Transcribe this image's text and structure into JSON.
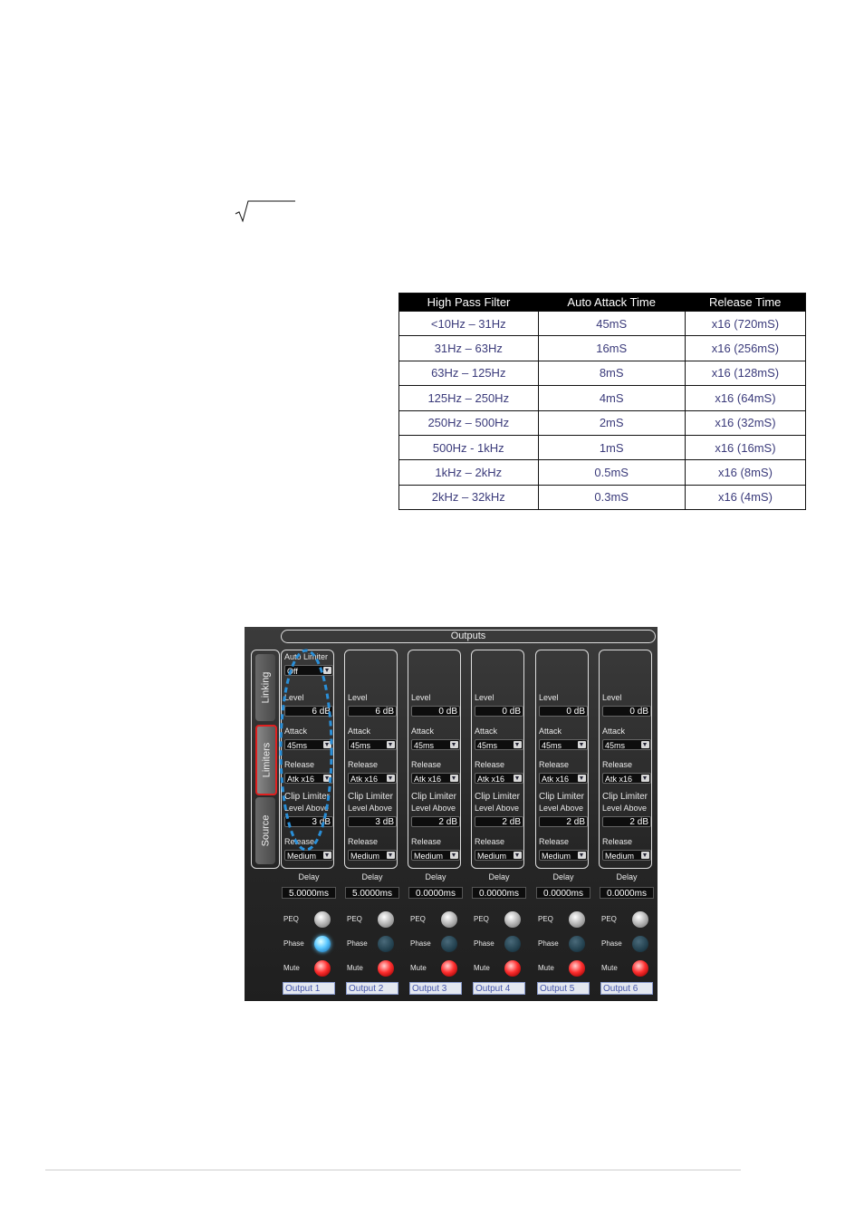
{
  "table": {
    "headers": [
      "High Pass Filter",
      "Auto Attack Time",
      "Release Time"
    ],
    "rows": [
      [
        "<10Hz – 31Hz",
        "45mS",
        "x16 (720mS)"
      ],
      [
        "31Hz – 63Hz",
        "16mS",
        "x16 (256mS)"
      ],
      [
        "63Hz – 125Hz",
        "8mS",
        "x16 (128mS)"
      ],
      [
        "125Hz – 250Hz",
        "4mS",
        "x16 (64mS)"
      ],
      [
        "250Hz – 500Hz",
        "2mS",
        "x16 (32mS)"
      ],
      [
        "500Hz - 1kHz",
        "1mS",
        "x16 (16mS)"
      ],
      [
        "1kHz – 2kHz",
        "0.5mS",
        "x16 (8mS)"
      ],
      [
        "2kHz – 32kHz",
        "0.3mS",
        "x16 (4mS)"
      ]
    ]
  },
  "panel": {
    "header": "Outputs",
    "side_tabs": [
      "Linking",
      "Limiters",
      "Source"
    ],
    "active_tab": "Limiters",
    "auto_limiter_label": "Auto Limiter",
    "auto_limiter_value": "Off",
    "labels": {
      "level": "Level",
      "attack": "Attack",
      "release": "Release",
      "clip1": "Clip Limiter",
      "clip2": "Level Above",
      "release2": "Release",
      "delay": "Delay",
      "peq": "PEQ",
      "phase": "Phase",
      "mute": "Mute"
    },
    "outputs": [
      {
        "name": "Output 1",
        "level": "6 dB",
        "attack": "45ms",
        "release": "Atk x16",
        "clip": "3 dB",
        "release2": "Medium",
        "delay": "5.0000ms",
        "phase_on": true
      },
      {
        "name": "Output 2",
        "level": "6 dB",
        "attack": "45ms",
        "release": "Atk x16",
        "clip": "3 dB",
        "release2": "Medium",
        "delay": "5.0000ms",
        "phase_on": false
      },
      {
        "name": "Output 3",
        "level": "0 dB",
        "attack": "45ms",
        "release": "Atk x16",
        "clip": "2 dB",
        "release2": "Medium",
        "delay": "0.0000ms",
        "phase_on": false
      },
      {
        "name": "Output 4",
        "level": "0 dB",
        "attack": "45ms",
        "release": "Atk x16",
        "clip": "2 dB",
        "release2": "Medium",
        "delay": "0.0000ms",
        "phase_on": false
      },
      {
        "name": "Output 5",
        "level": "0 dB",
        "attack": "45ms",
        "release": "Atk x16",
        "clip": "2 dB",
        "release2": "Medium",
        "delay": "0.0000ms",
        "phase_on": false
      },
      {
        "name": "Output 6",
        "level": "0 dB",
        "attack": "45ms",
        "release": "Atk x16",
        "clip": "2 dB",
        "release2": "Medium",
        "delay": "0.0000ms",
        "phase_on": false
      }
    ],
    "colors": {
      "highlight_ellipse": "#2a8fd8",
      "active_tab_border": "#e02020",
      "mute": "#ff3030",
      "phase_on": "#5cc8ff"
    }
  }
}
